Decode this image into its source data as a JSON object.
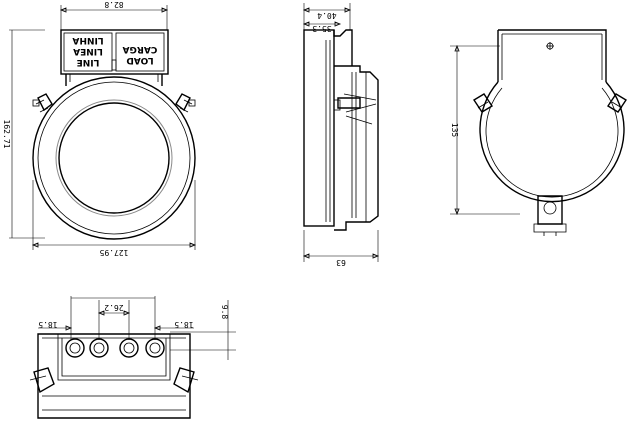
{
  "front_view": {
    "width_top": "82.8",
    "height_left": "162.71",
    "width_bottom": "127.95",
    "label_left": {
      "line1": "LINE",
      "line2": "LINEA",
      "line3": "LINHA"
    },
    "label_right": {
      "line1": "LOAD",
      "line2": "CARGA"
    }
  },
  "side_view": {
    "depth_top": "40.4",
    "depth_mid": "35.3",
    "depth_bottom": "63"
  },
  "rear_view": {
    "height_right": "135"
  },
  "bottom_view": {
    "spacing_center": "26.2",
    "offset_left": "18.5",
    "offset_right": "18.5",
    "height_right": "9.8"
  }
}
